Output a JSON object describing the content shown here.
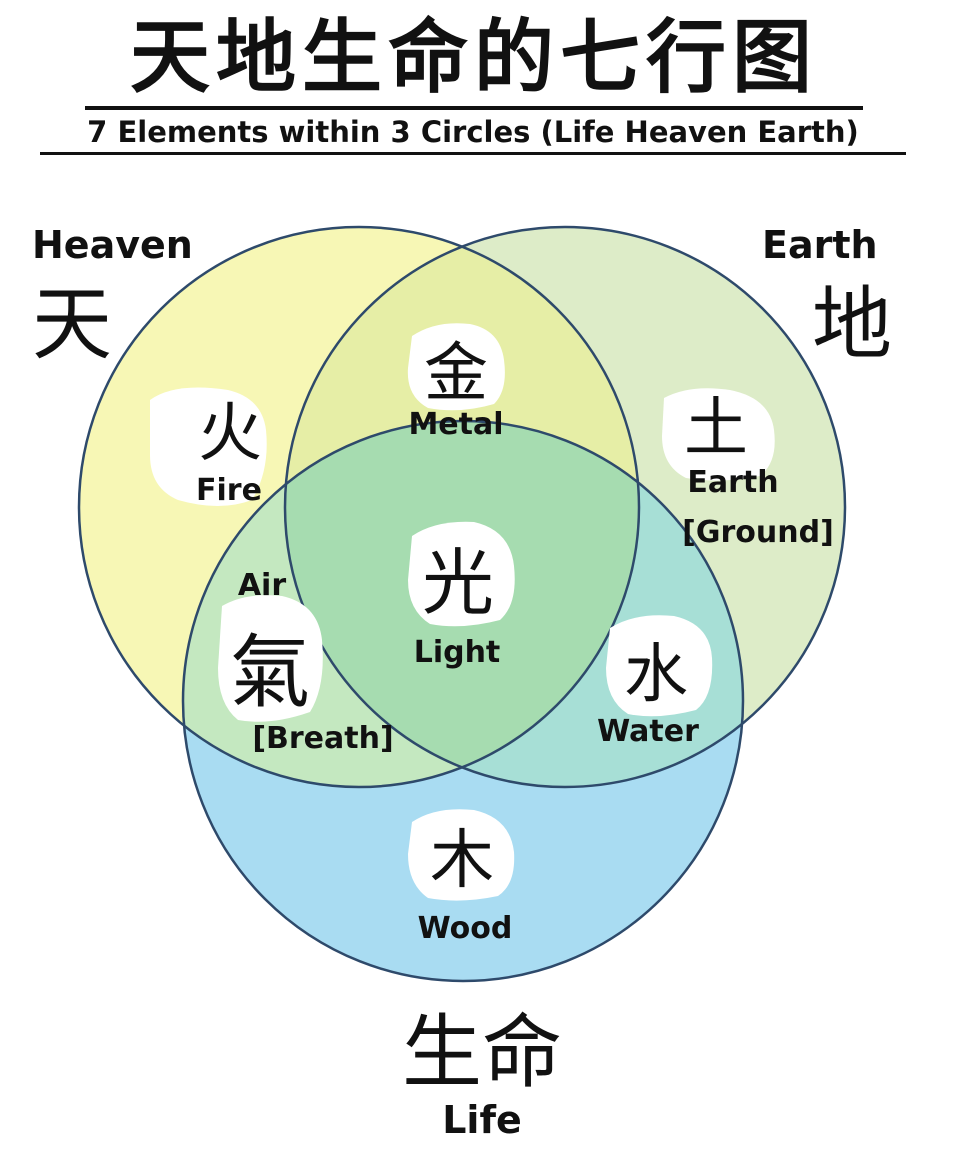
{
  "header": {
    "title": "天地生命的七行图",
    "subtitle": "7 Elements within 3 Circles (Life Heaven Earth)"
  },
  "circles": {
    "heaven": {
      "label": "Heaven",
      "chinese": "天",
      "fill": "#f7f7b5"
    },
    "earth": {
      "label": "Earth",
      "chinese": "地",
      "fill": "#ddecc8"
    },
    "life": {
      "label": "Life",
      "chinese": "生命",
      "fill": "#a9dcf2"
    },
    "stroke": "#2e4a6b"
  },
  "elements": {
    "fire": {
      "chinese": "火",
      "label": "Fire"
    },
    "metal": {
      "chinese": "金",
      "label": "Metal"
    },
    "earth": {
      "chinese": "土",
      "label": "Earth",
      "note": "[Ground]"
    },
    "light": {
      "chinese": "光",
      "label": "Light"
    },
    "air": {
      "chinese": "氣",
      "label": "Air",
      "note": "[Breath]"
    },
    "water": {
      "chinese": "水",
      "label": "Water"
    },
    "wood": {
      "chinese": "木",
      "label": "Wood"
    }
  },
  "region_colors": {
    "heaven_earth": "#e6eea6",
    "heaven_life": "#c4e8c0",
    "earth_life": "#a7dfd6",
    "center": "#a6dcb0"
  }
}
